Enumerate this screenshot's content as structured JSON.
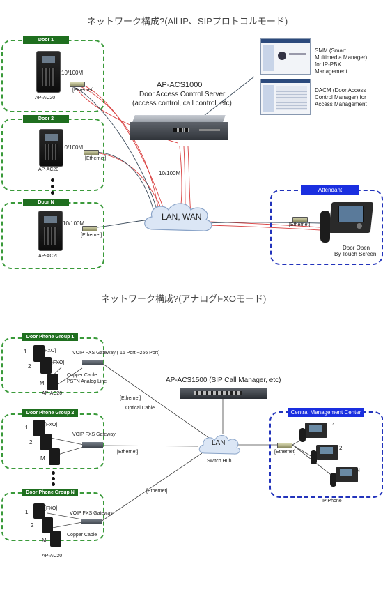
{
  "diagram1": {
    "title": "ネットワーク構成?(All IP、SIPプロトコルモード)",
    "groups": [
      {
        "label": "Door 1",
        "device": "AP-AC20",
        "speed": "10/100M",
        "port": "[Ethernet]"
      },
      {
        "label": "Door 2",
        "device": "AP-AC20",
        "speed": "10/100M",
        "port": "[Ethernet]"
      },
      {
        "label": "Door N",
        "device": "AP-AC20",
        "speed": "10/100M",
        "port": "[Ethernet]"
      }
    ],
    "server": {
      "name": "AP-ACS1000",
      "desc1": "Door Access Control Server",
      "desc2": "(access control, call control, etc)",
      "speed": "10/100M"
    },
    "network": "LAN, WAN",
    "smm": {
      "line1": "SMM (Smart",
      "line2": "Multimedia Manager)",
      "line3": "for IP-PBX",
      "line4": "Management"
    },
    "dacm": {
      "line1": "DACM (Door Access",
      "line2": "Control Manager) for",
      "line3": "Access Management"
    },
    "attendant": {
      "label": "Attendant",
      "port": "[Ethernet]",
      "caption1": "Door Open",
      "caption2": "By Touch Screen"
    }
  },
  "diagram2": {
    "title": "ネットワーク構成?(アナログFXOモード)",
    "groups": [
      {
        "label": "Door Phone Group 1",
        "fxo": "[FXO]",
        "gateway": "VOIP  FXS   Gateway ( 16 Port ~256 Port)",
        "cable1": "Copper Cable",
        "cable2": "PSTN  Analog Line",
        "device": "AP-AC20",
        "n1": "1",
        "n2": "2",
        "nm": "M"
      },
      {
        "label": "Door Phone Group 2",
        "fxo": "[FXO]",
        "gateway": "VOIP  FXS   Gateway",
        "n1": "1",
        "n2": "2",
        "nm": "M"
      },
      {
        "label": "Door  Phone Group N",
        "fxo": "[FXO]",
        "gateway": "VOIP  FXS   Gateway",
        "cable1": "Copper Cable",
        "device": "AP-AC20",
        "n1": "1",
        "n2": "2",
        "nm": "M"
      }
    ],
    "server": "AP-ACS1500 (SIP Call Manager, etc)",
    "lan": "LAN",
    "hub": "Switch Hub",
    "ethernet": "[Ethernet]",
    "optical": "Optical Cable",
    "cmc": {
      "label": "Central Management Center",
      "n1": "1",
      "n2": "2",
      "nn": "N",
      "caption": "IP Phone",
      "port": "[Ethernet]"
    }
  }
}
